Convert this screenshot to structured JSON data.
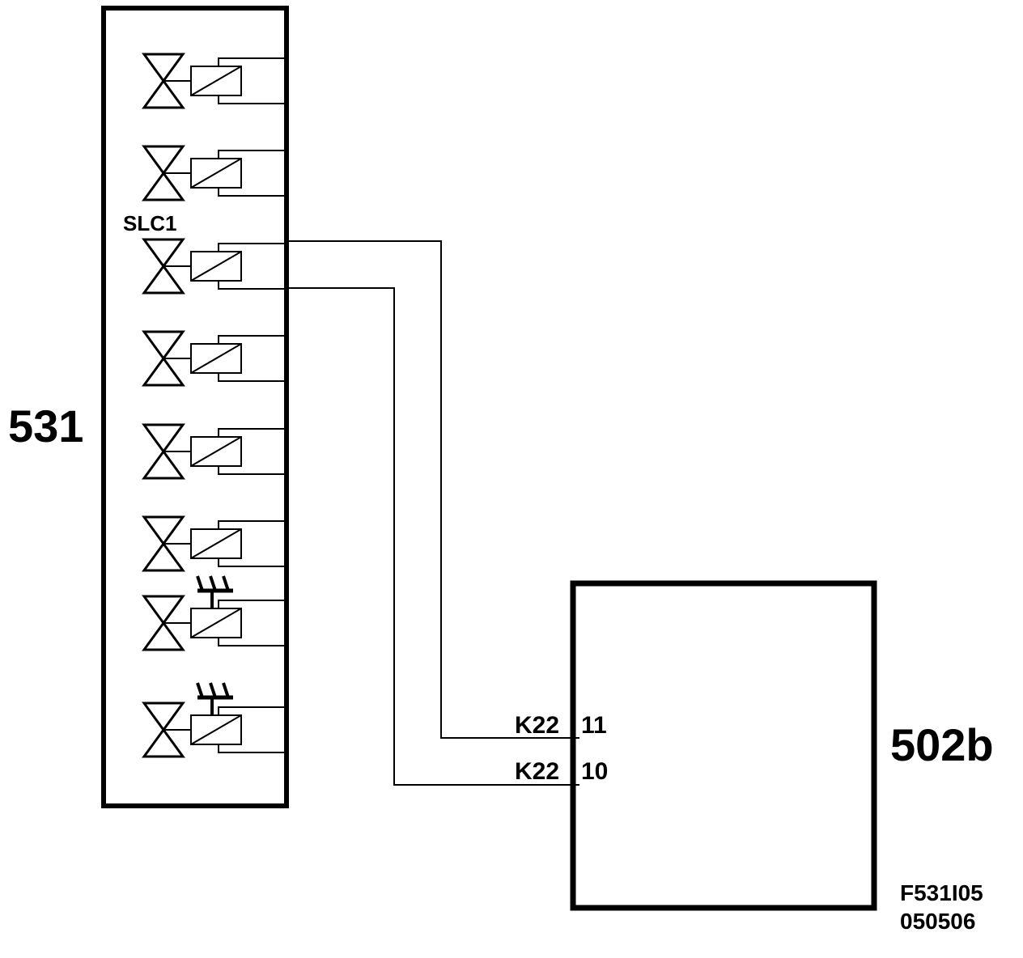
{
  "diagram": {
    "component_531_label": "531",
    "component_502b_label": "502b",
    "valve_tag": "SLC1",
    "connector_1": {
      "name": "K22",
      "pin": "11"
    },
    "connector_2": {
      "name": "K22",
      "pin": "10"
    },
    "drawing_id": "F531I05",
    "drawing_date": "050506",
    "valve_count": 8,
    "valve_types": [
      "solenoid",
      "solenoid",
      "solenoid",
      "solenoid",
      "solenoid",
      "solenoid",
      "solenoid-manual",
      "solenoid-manual"
    ],
    "line_color": "#000000",
    "background_color": "#ffffff"
  }
}
